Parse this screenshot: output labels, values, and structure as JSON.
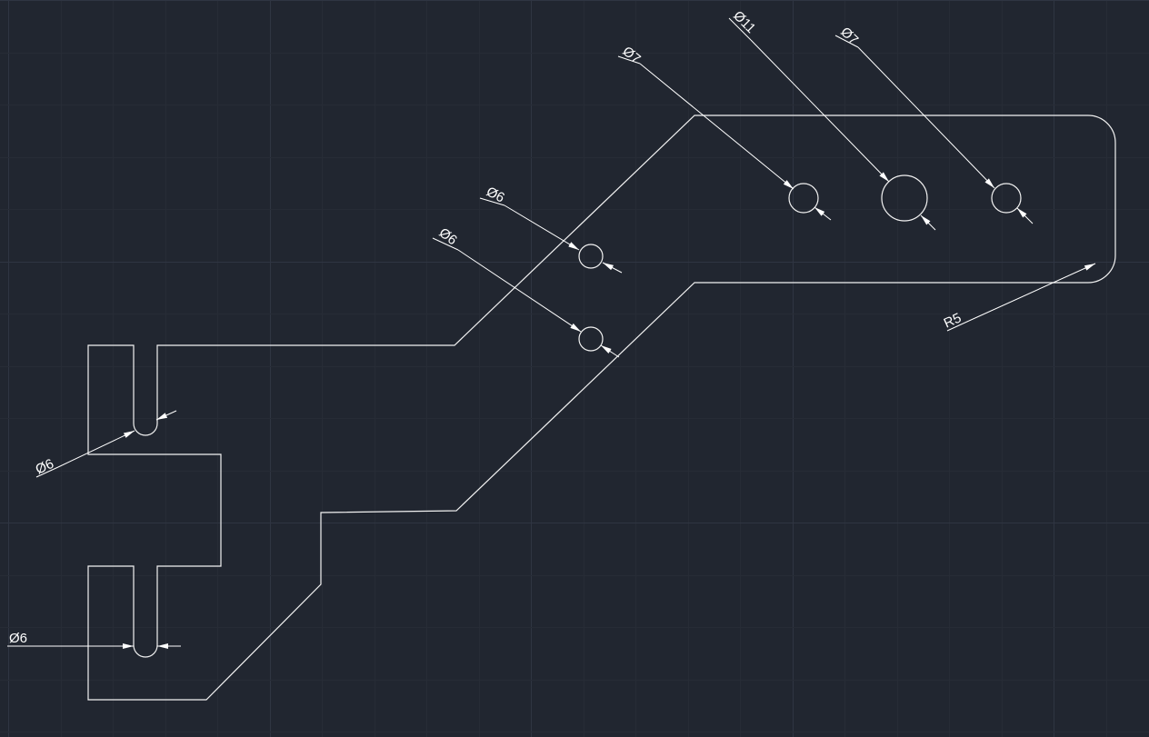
{
  "colors": {
    "background": "#212630",
    "grid_minor": "#272c36",
    "grid_major": "#2f3542",
    "geometry": "#f2f2f2",
    "dimension": "#ffffff"
  },
  "dimensions": {
    "top_left_hole": "Ø7",
    "top_center_hole": "Ø11",
    "top_right_hole": "Ø7",
    "upper_mid_hole": "Ø6",
    "lower_mid_hole": "Ø6",
    "corner_radius": "R5",
    "upper_slot": "Ø6",
    "lower_slot": "Ø6"
  }
}
